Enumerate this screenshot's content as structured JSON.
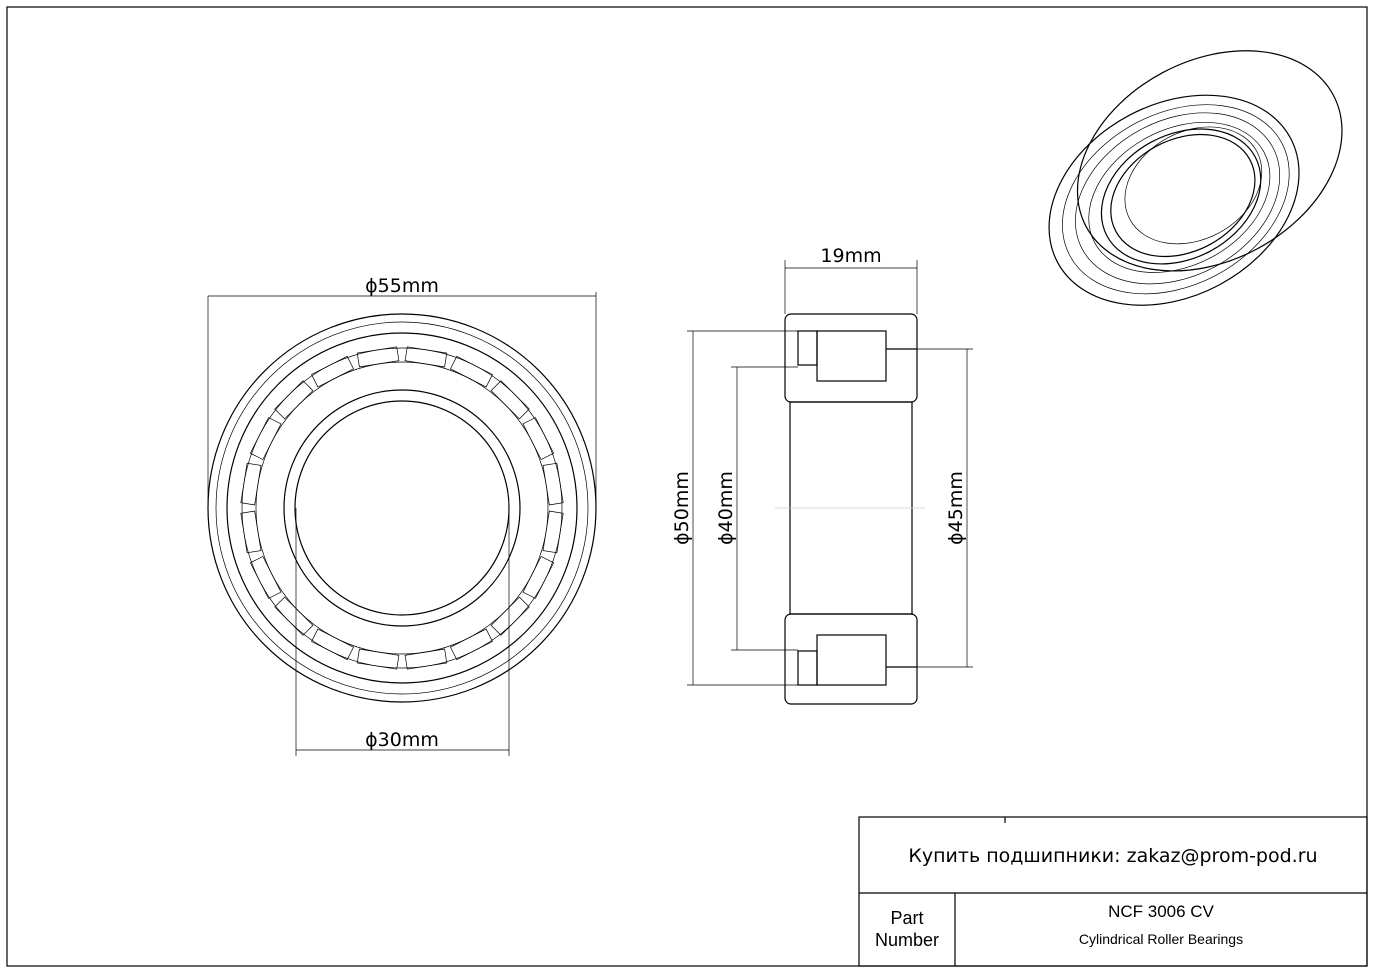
{
  "dimensions": {
    "outer_diameter": "55mm",
    "bore_diameter": "30mm",
    "width": "19mm",
    "d50": "50mm",
    "d40": "40mm",
    "d45": "45mm",
    "diameter_symbol": "ϕ"
  },
  "title_block": {
    "contact": "Купить подшипники: zakaz@prom-pod.ru",
    "part_label_line1": "Part",
    "part_label_line2": "Number",
    "part_number": "NCF 3006 CV",
    "description": "Cylindrical Roller Bearings"
  },
  "front_view": {
    "roller_count": 20
  }
}
